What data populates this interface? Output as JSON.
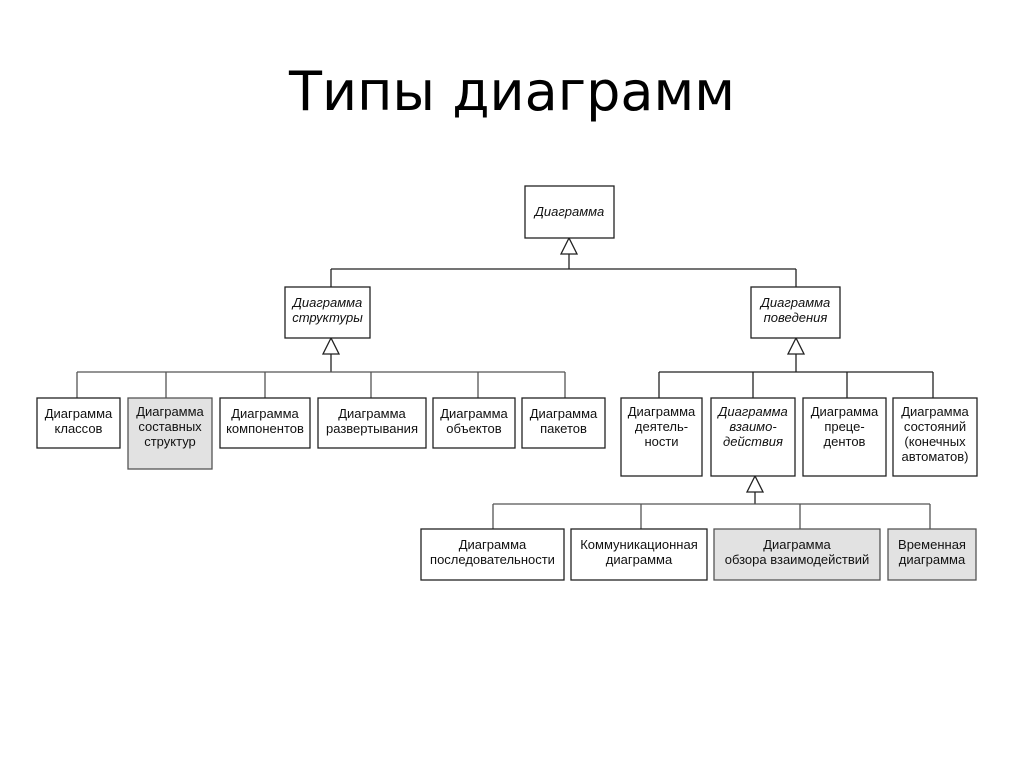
{
  "title": "Типы диаграмм",
  "diagram": {
    "type": "uml-hierarchy",
    "nodes": [
      {
        "id": "root",
        "lines": [
          "Диаграмма"
        ],
        "italic": true,
        "shaded": false,
        "parent": null
      },
      {
        "id": "structure",
        "lines": [
          "Диаграмма",
          "структуры"
        ],
        "italic": true,
        "shaded": false,
        "parent": "root"
      },
      {
        "id": "behavior",
        "lines": [
          "Диаграмма",
          "поведения"
        ],
        "italic": true,
        "shaded": false,
        "parent": "root"
      },
      {
        "id": "class",
        "lines": [
          "Диаграмма",
          "классов"
        ],
        "italic": false,
        "shaded": false,
        "parent": "structure"
      },
      {
        "id": "composite",
        "lines": [
          "Диаграмма",
          "составных",
          "структур"
        ],
        "italic": false,
        "shaded": true,
        "parent": "structure"
      },
      {
        "id": "component",
        "lines": [
          "Диаграмма",
          "компонентов"
        ],
        "italic": false,
        "shaded": false,
        "parent": "structure"
      },
      {
        "id": "deployment",
        "lines": [
          "Диаграмма",
          "развертывания"
        ],
        "italic": false,
        "shaded": false,
        "parent": "structure"
      },
      {
        "id": "object",
        "lines": [
          "Диаграмма",
          "объектов"
        ],
        "italic": false,
        "shaded": false,
        "parent": "structure"
      },
      {
        "id": "package",
        "lines": [
          "Диаграмма",
          "пакетов"
        ],
        "italic": false,
        "shaded": false,
        "parent": "structure"
      },
      {
        "id": "activity",
        "lines": [
          "Диаграмма",
          "деятель-",
          "ности"
        ],
        "italic": false,
        "shaded": false,
        "parent": "behavior"
      },
      {
        "id": "interaction",
        "lines": [
          "Диаграмма",
          "взаимо-",
          "действия"
        ],
        "italic": true,
        "shaded": false,
        "parent": "behavior"
      },
      {
        "id": "usecase",
        "lines": [
          "Диаграмма",
          "преце-",
          "дентов"
        ],
        "italic": false,
        "shaded": false,
        "parent": "behavior"
      },
      {
        "id": "state",
        "lines": [
          "Диаграмма",
          "состояний",
          "(конечных",
          "автоматов)"
        ],
        "italic": false,
        "shaded": false,
        "parent": "behavior"
      },
      {
        "id": "sequence",
        "lines": [
          "Диаграмма",
          "последовательности"
        ],
        "italic": false,
        "shaded": false,
        "parent": "interaction"
      },
      {
        "id": "communication",
        "lines": [
          "Коммуникационная",
          "диаграмма"
        ],
        "italic": false,
        "shaded": false,
        "parent": "interaction"
      },
      {
        "id": "overview",
        "lines": [
          "Диаграмма",
          "обзора взаимодействий"
        ],
        "italic": false,
        "shaded": true,
        "parent": "interaction"
      },
      {
        "id": "timing",
        "lines": [
          "Временная",
          "диаграмма"
        ],
        "italic": false,
        "shaded": true,
        "parent": "interaction"
      }
    ],
    "colors": {
      "stroke": "#222222",
      "shaded_fill": "#e2e2e2",
      "background": "#ffffff"
    }
  }
}
